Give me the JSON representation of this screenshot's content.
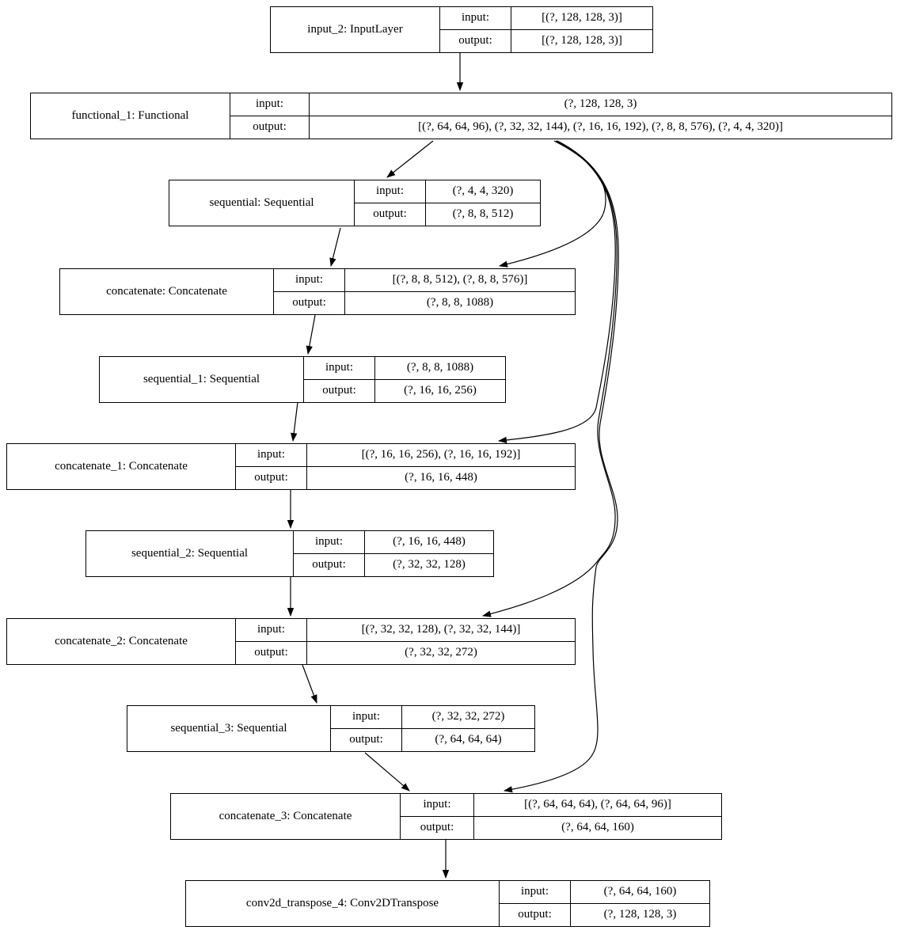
{
  "diagram_type": "keras-model-graph",
  "row_labels": {
    "input": "input:",
    "output": "output:"
  },
  "nodes": [
    {
      "id": "input_2",
      "name": "input_2: InputLayer",
      "input": "[(?, 128, 128, 3)]",
      "output": "[(?, 128, 128, 3)]"
    },
    {
      "id": "functional_1",
      "name": "functional_1: Functional",
      "input": "(?, 128, 128, 3)",
      "output": "[(?, 64, 64, 96), (?, 32, 32, 144), (?, 16, 16, 192), (?, 8, 8, 576), (?, 4, 4, 320)]"
    },
    {
      "id": "sequential",
      "name": "sequential: Sequential",
      "input": "(?, 4, 4, 320)",
      "output": "(?, 8, 8, 512)"
    },
    {
      "id": "concatenate",
      "name": "concatenate: Concatenate",
      "input": "[(?, 8, 8, 512), (?, 8, 8, 576)]",
      "output": "(?, 8, 8, 1088)"
    },
    {
      "id": "sequential_1",
      "name": "sequential_1: Sequential",
      "input": "(?, 8, 8, 1088)",
      "output": "(?, 16, 16, 256)"
    },
    {
      "id": "concatenate_1",
      "name": "concatenate_1: Concatenate",
      "input": "[(?, 16, 16, 256), (?, 16, 16, 192)]",
      "output": "(?, 16, 16, 448)"
    },
    {
      "id": "sequential_2",
      "name": "sequential_2: Sequential",
      "input": "(?, 16, 16, 448)",
      "output": "(?, 32, 32, 128)"
    },
    {
      "id": "concatenate_2",
      "name": "concatenate_2: Concatenate",
      "input": "[(?, 32, 32, 128), (?, 32, 32, 144)]",
      "output": "(?, 32, 32, 272)"
    },
    {
      "id": "sequential_3",
      "name": "sequential_3: Sequential",
      "input": "(?, 32, 32, 272)",
      "output": "(?, 64, 64, 64)"
    },
    {
      "id": "concatenate_3",
      "name": "concatenate_3: Concatenate",
      "input": "[(?, 64, 64, 64), (?, 64, 64, 96)]",
      "output": "(?, 64, 64, 160)"
    },
    {
      "id": "conv2d_transpose_4",
      "name": "conv2d_transpose_4: Conv2DTranspose",
      "input": "(?, 64, 64, 160)",
      "output": "(?, 128, 128, 3)"
    }
  ],
  "edges": [
    {
      "from": "input_2",
      "to": "functional_1"
    },
    {
      "from": "functional_1",
      "to": "sequential"
    },
    {
      "from": "functional_1",
      "to": "concatenate"
    },
    {
      "from": "functional_1",
      "to": "concatenate_1"
    },
    {
      "from": "functional_1",
      "to": "concatenate_2"
    },
    {
      "from": "functional_1",
      "to": "concatenate_3"
    },
    {
      "from": "sequential",
      "to": "concatenate"
    },
    {
      "from": "concatenate",
      "to": "sequential_1"
    },
    {
      "from": "sequential_1",
      "to": "concatenate_1"
    },
    {
      "from": "concatenate_1",
      "to": "sequential_2"
    },
    {
      "from": "sequential_2",
      "to": "concatenate_2"
    },
    {
      "from": "concatenate_2",
      "to": "sequential_3"
    },
    {
      "from": "sequential_3",
      "to": "concatenate_3"
    },
    {
      "from": "concatenate_3",
      "to": "conv2d_transpose_4"
    }
  ],
  "colors": {
    "stroke": "#000000",
    "background": "#ffffff"
  }
}
